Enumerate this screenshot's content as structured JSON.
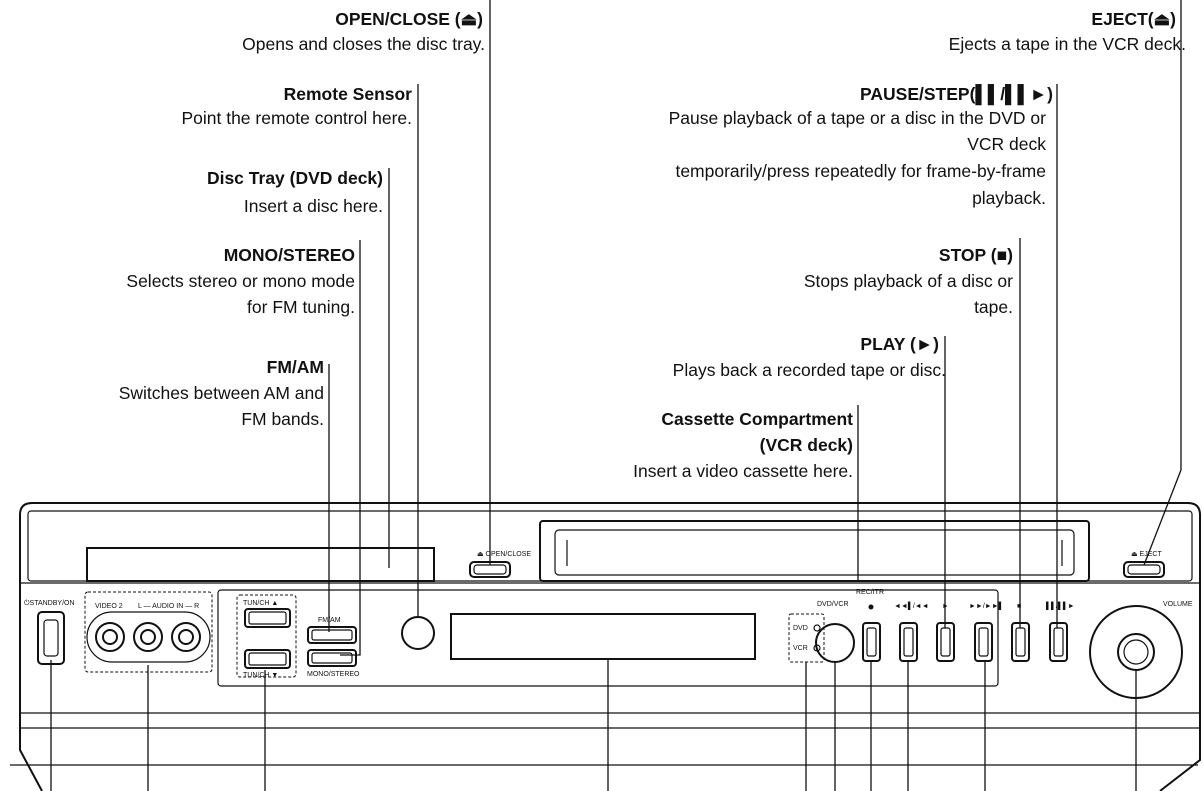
{
  "callouts": {
    "open_close": {
      "title": "OPEN/CLOSE (⏏)",
      "desc": [
        "Opens and closes the disc tray."
      ]
    },
    "remote_sensor": {
      "title": "Remote Sensor",
      "desc": [
        "Point the remote control here."
      ]
    },
    "disc_tray": {
      "title": "Disc Tray (DVD deck)",
      "desc": [
        "Insert a disc here."
      ]
    },
    "mono_stereo": {
      "title": "MONO/STEREO",
      "desc": [
        "Selects stereo or mono mode",
        "for FM tuning."
      ]
    },
    "fm_am": {
      "title": "FM/AM",
      "desc": [
        "Switches between AM and",
        "FM bands."
      ]
    },
    "eject": {
      "title": "EJECT(⏏)",
      "desc": [
        "Ejects a tape in the VCR deck."
      ]
    },
    "pause_step": {
      "title": "PAUSE/STEP(▌▌/▌▌►)",
      "desc": [
        "Pause playback of a tape or a disc in the DVD or",
        "VCR deck",
        "temporarily/press repeatedly for frame-by-frame",
        "playback."
      ]
    },
    "stop": {
      "title": "STOP (■)",
      "desc": [
        "Stops playback of a disc or",
        "tape."
      ]
    },
    "play": {
      "title": "PLAY (►)",
      "desc": [
        "Plays back a recorded tape or disc."
      ]
    },
    "cassette": {
      "title": [
        "Cassette Compartment",
        "(VCR deck)"
      ],
      "desc": [
        "Insert a video cassette here."
      ]
    }
  },
  "panel_labels": {
    "open_close": "⏏ OPEN/CLOSE",
    "eject": "⏏ EJECT",
    "standby": "⏻STANDBY/ON",
    "video2": "VIDEO 2",
    "audio_in": "L — AUDIO IN — R",
    "tun_up": "TUN/CH ▲",
    "tun_down": "TUN/CH ▼",
    "fm_am": "FM/AM",
    "mono_stereo": "MONO/STEREO",
    "dvd": "DVD",
    "vcr": "VCR",
    "dvd_vcr": "DVD/VCR",
    "rec_itr": "REC/ITR",
    "rew": "◄◄▌/◄◄",
    "play_sym": "►",
    "ff": "►►/►►▌",
    "stop_sym": "■",
    "pause_sym": "▌▌/▌▌►",
    "volume": "VOLUME"
  }
}
